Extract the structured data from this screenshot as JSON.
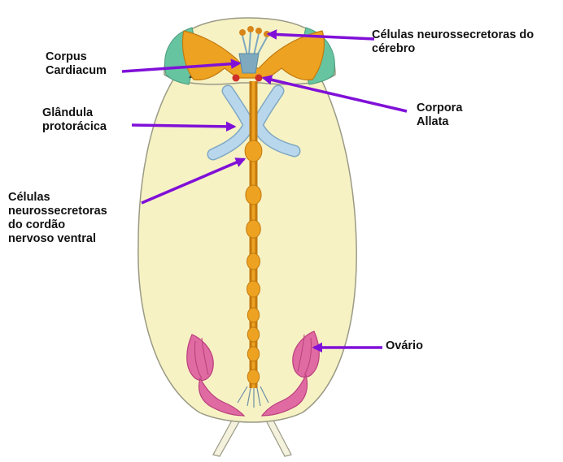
{
  "labels": {
    "brain_cells": [
      "Células neurossecretoras do",
      "cérebro"
    ],
    "corpus_cardiacum": [
      "Corpus",
      "Cardiacum"
    ],
    "corpora_allata": [
      "Corpora",
      "Allata"
    ],
    "prothoracic_gland": [
      "Glândula",
      "protorácica"
    ],
    "ventral_cord_cells": [
      "Células",
      "neurossecretoras",
      "do cordão",
      "nervoso ventral"
    ],
    "ovary": [
      "Ovário"
    ]
  },
  "colors": {
    "body": "#f7f2c4",
    "body_outline": "#9a9a86",
    "nerve": "#eea221",
    "nerve_outline": "#c27a10",
    "gland": "#b9d7ec",
    "gland_outline": "#7fa8c4",
    "head_green": "#66c4a0",
    "ovary": "#e06aa2",
    "ovary_dark": "#b93f7c",
    "corpora_red": "#cf2f2a",
    "arrow": "#8010d8"
  }
}
